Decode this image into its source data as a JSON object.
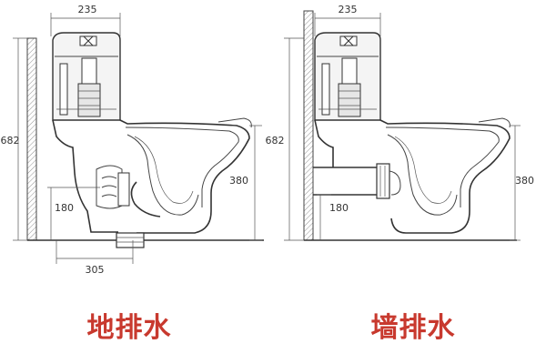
{
  "left_diagram": {
    "width_top": "235",
    "height_total": "682",
    "height_rim": "380",
    "height_outlet": "180",
    "width_bottom": "305",
    "caption": "地排水"
  },
  "right_diagram": {
    "width_top": "235",
    "height_total": "682",
    "height_rim": "380",
    "height_outlet": "180",
    "caption": "墙排水"
  },
  "colors": {
    "line": "#444444",
    "caption": "#c8392e",
    "background": "#ffffff"
  }
}
